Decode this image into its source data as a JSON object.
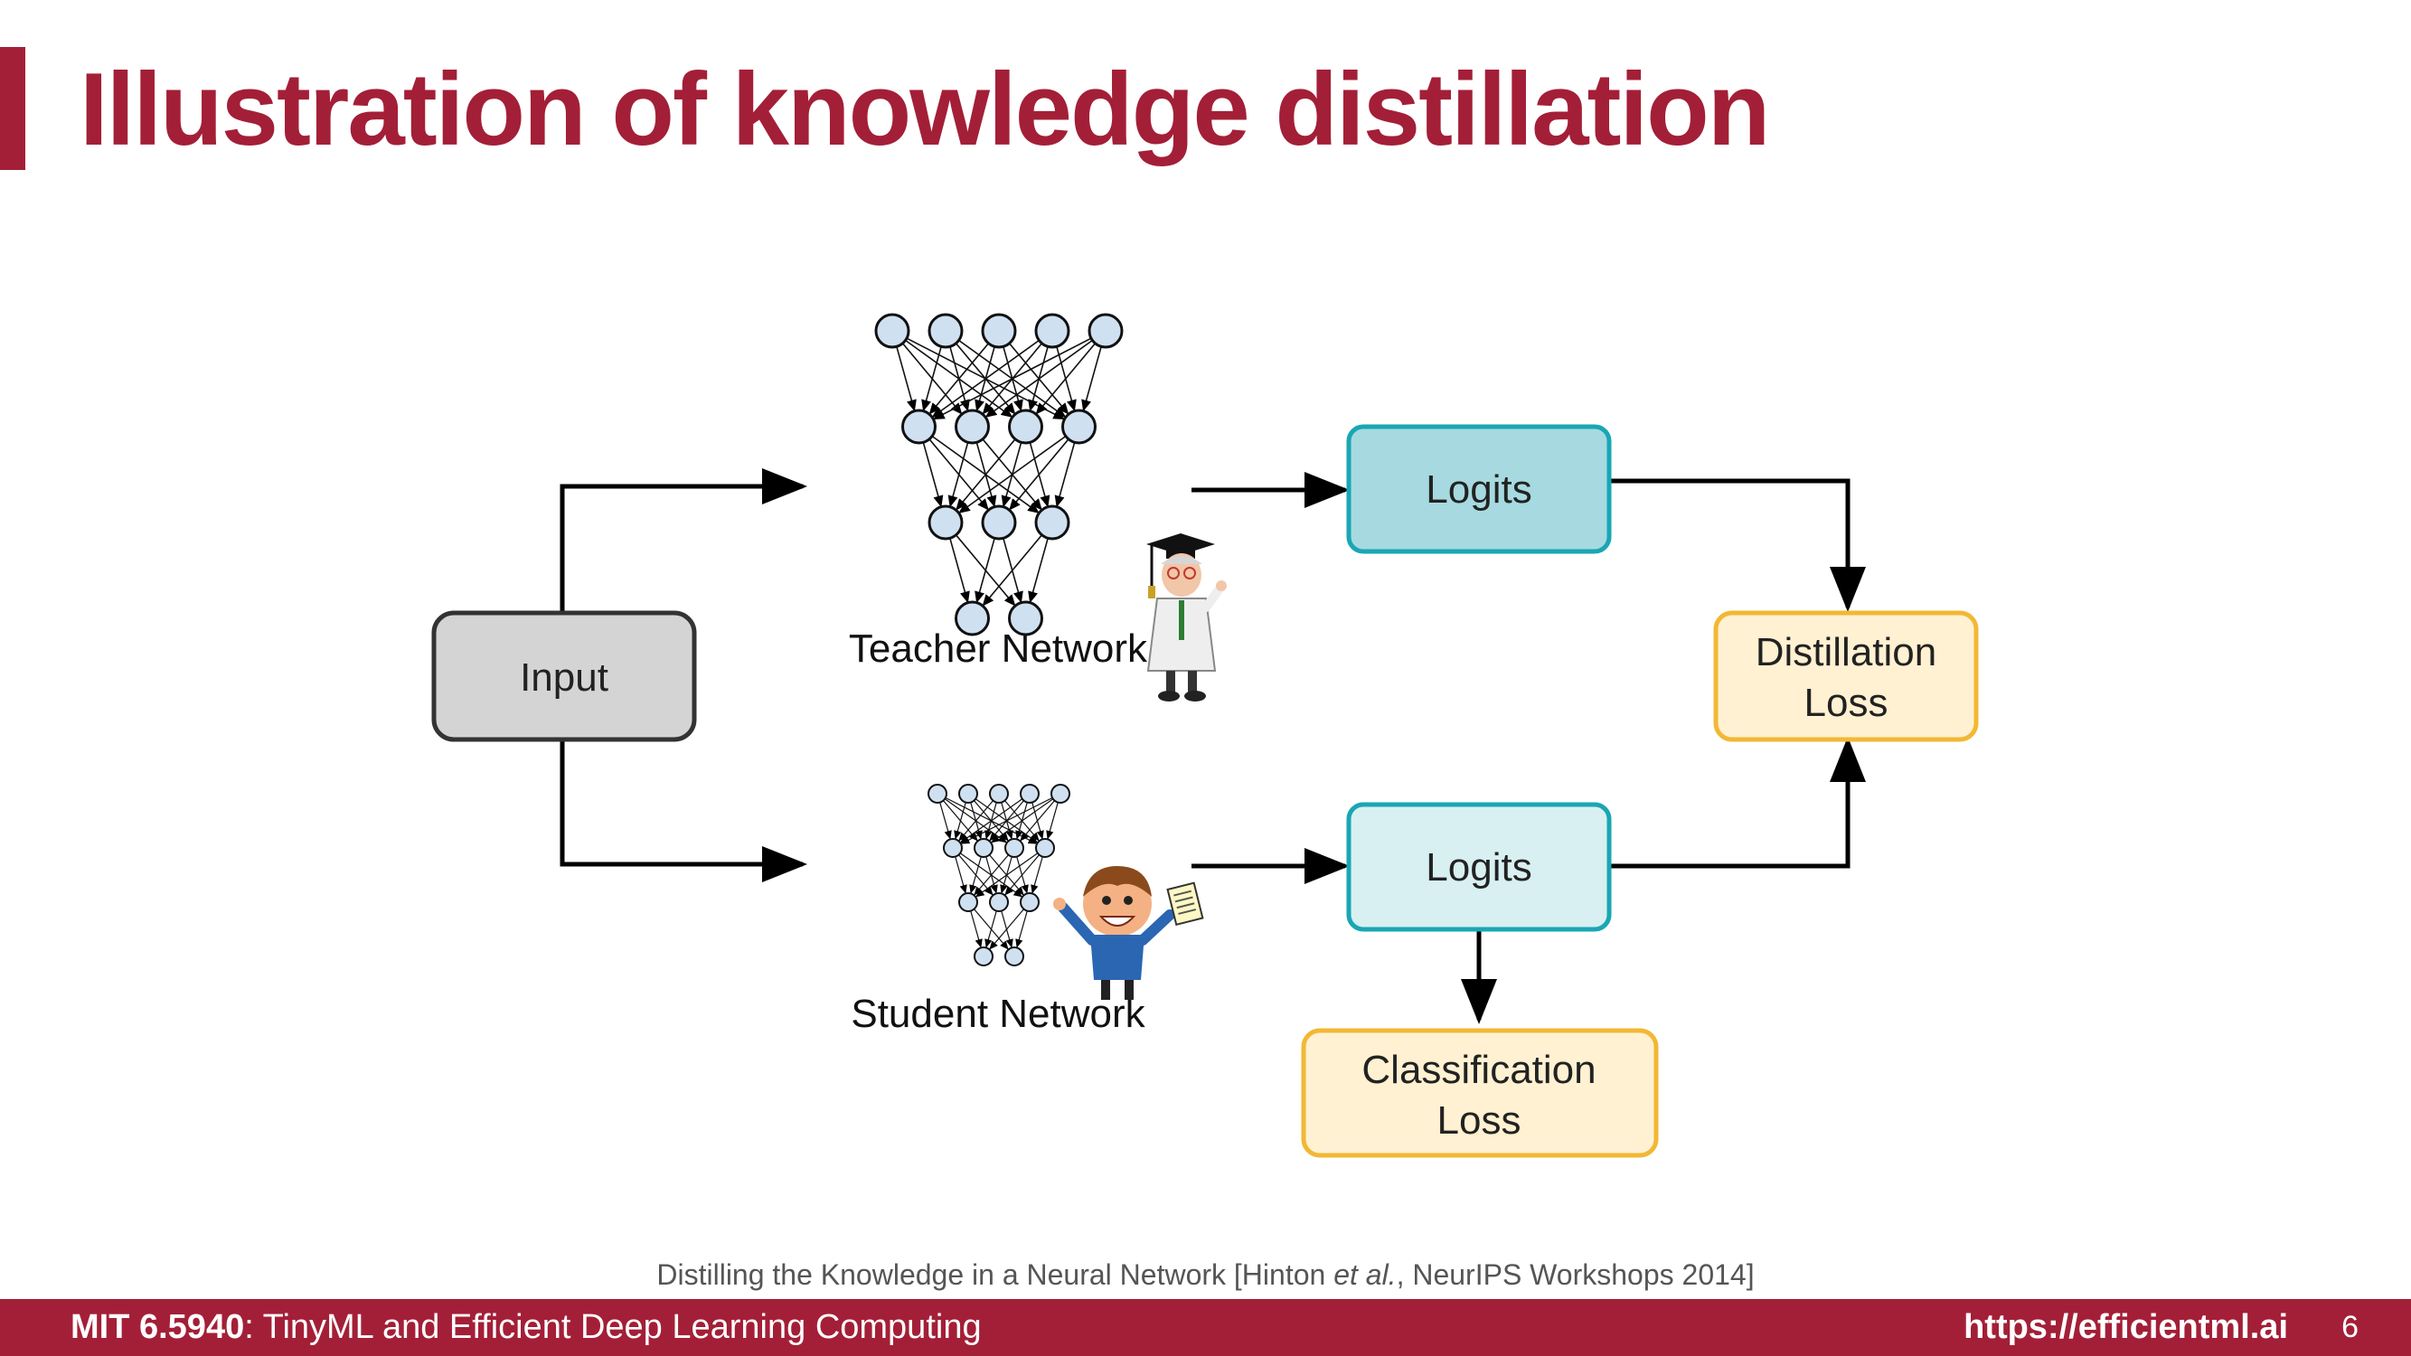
{
  "slide": {
    "title": "Illustration of knowledge distillation"
  },
  "diagram": {
    "input_label": "Input",
    "teacher_label": "Teacher Network",
    "student_label": "Student Network",
    "teacher_logits_label": "Logits",
    "student_logits_label": "Logits",
    "distillation_loss_lines": [
      "Distillation",
      "Loss"
    ],
    "classification_loss_lines": [
      "Classification",
      "Loss"
    ],
    "teacher_layers": [
      5,
      4,
      3,
      2
    ],
    "student_layers": [
      5,
      4,
      3,
      2
    ]
  },
  "citation": {
    "before": "Distilling the Knowledge in a Neural Network [Hinton ",
    "italic": "et al.",
    "after": ", NeurIPS Workshops 2014]"
  },
  "footer": {
    "course_code": "MIT 6.5940",
    "course_title": ": TinyML and Efficient Deep Learning Computing",
    "url": "https://efficientml.ai",
    "page": "6"
  },
  "colors": {
    "accent": "#a31f37",
    "node_fill": "#cfe0f1",
    "teacher_logits_fill": "#a6dae0",
    "student_logits_fill": "#d8f0f2",
    "logits_stroke": "#1aa6b4",
    "loss_fill": "#fff1d2",
    "loss_stroke": "#f2b834",
    "input_fill": "#d4d4d4"
  }
}
